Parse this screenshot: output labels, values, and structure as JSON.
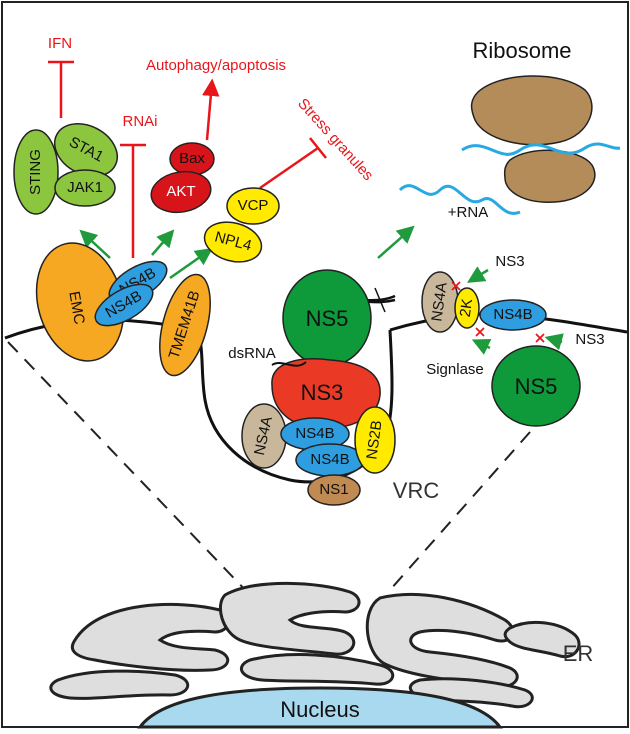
{
  "labels": {
    "ifn": "IFN",
    "autophagy": "Autophagy/apoptosis",
    "rnai": "RNAi",
    "stress_granules": "Stress granules",
    "ribosome": "Ribosome",
    "plus_rna": "+RNA",
    "dsrna": "dsRNA",
    "signlase": "Signlase",
    "vrc": "VRC",
    "er": "ER",
    "nucleus": "Nucleus"
  },
  "proteins": {
    "sting": "STING",
    "sta1": "STA1",
    "jak1": "JAK1",
    "bax": "Bax",
    "akt": "AKT",
    "vcp": "VCP",
    "npl4": "NPL4",
    "emc": "EMC",
    "ns4b": "NS4B",
    "tmem41b": "TMEM41B",
    "ns5": "NS5",
    "ns3": "NS3",
    "ns4a": "NS4A",
    "ns2b": "NS2B",
    "ns1": "NS1",
    "twok": "2K"
  },
  "colors": {
    "inhibit_red": "#e8161b",
    "arrow_green": "#1f9a3c",
    "green_light": "#8cc63f",
    "red_dark": "#d8141b",
    "yellow": "#ffea00",
    "orange": "#f7a823",
    "blue": "#2f9ee0",
    "ns5_green": "#0e9a3a",
    "ns3_red": "#ea3a26",
    "tan": "#c9b79c",
    "brown": "#c08a52",
    "ribosome_tan": "#b48c5a",
    "rna_blue": "#29a9e1",
    "er_gray": "#dedede",
    "nucleus_blue": "#a9d9ef"
  }
}
